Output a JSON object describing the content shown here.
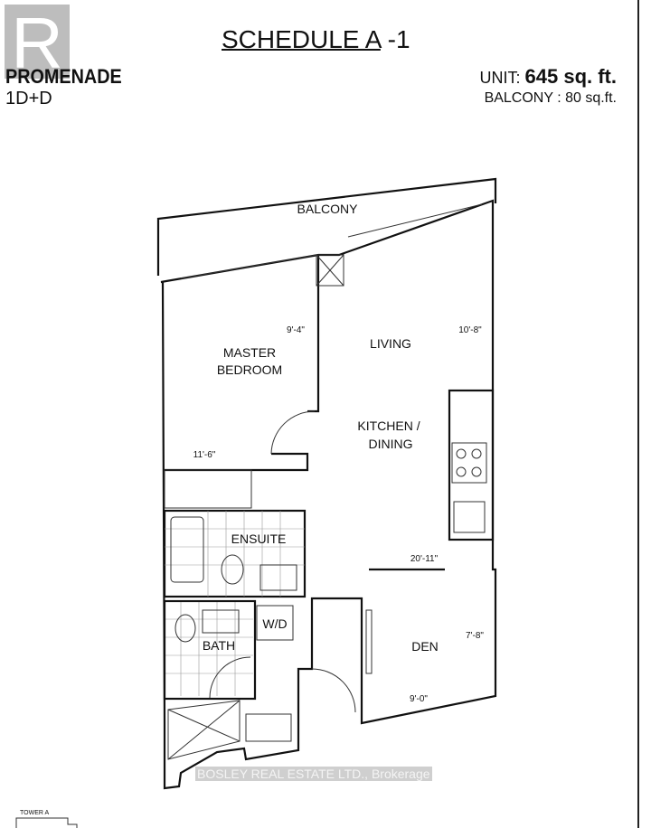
{
  "header": {
    "title": "SCHEDULE A",
    "title_suffix": "-1",
    "project": "PROMENADE",
    "model": "1D+D",
    "unit_label": "UNIT:",
    "unit_area": "645 sq. ft.",
    "balcony_area": "BALCONY : 80 sq.ft."
  },
  "logo": {
    "letter": "R"
  },
  "rooms": {
    "balcony": "BALCONY",
    "master_bedroom_1": "MASTER",
    "master_bedroom_2": "BEDROOM",
    "living": "LIVING",
    "kitchen_1": "KITCHEN /",
    "kitchen_2": "DINING",
    "ensuite": "ENSUITE",
    "wd": "W/D",
    "bath": "BATH",
    "den": "DEN"
  },
  "dimensions": {
    "bedroom_width": "9'-4\"",
    "bedroom_length": "11'-6\"",
    "living_width": "10'-8\"",
    "living_length": "20'-11\"",
    "den_width": "7'-8\"",
    "den_length": "9'-0\""
  },
  "watermark": "BOSLEY REAL ESTATE LTD., Brokerage",
  "keyplan": {
    "label": "TOWER A"
  }
}
